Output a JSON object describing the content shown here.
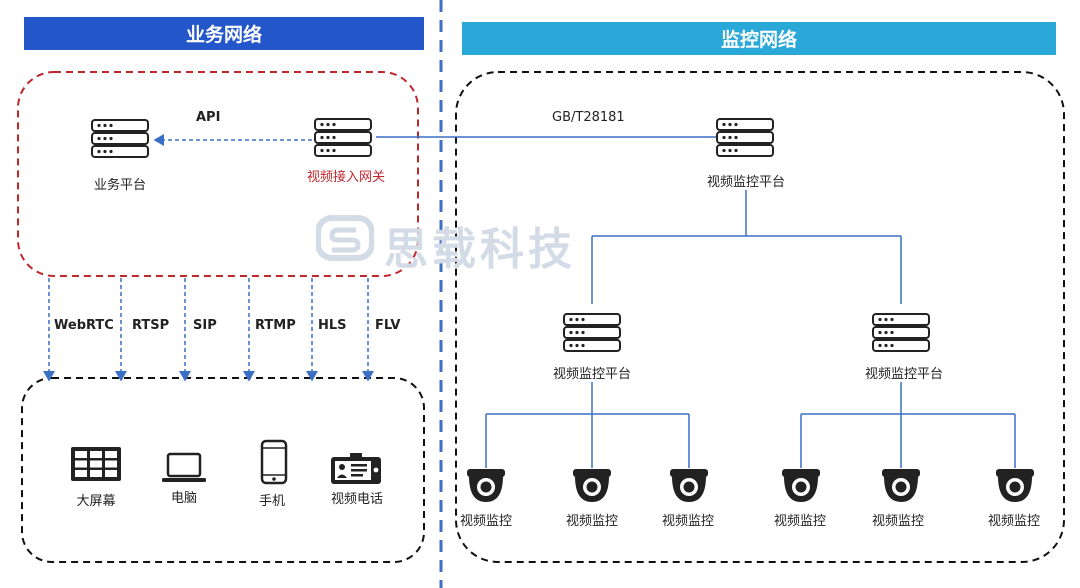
{
  "banners": {
    "business": "业务网络",
    "monitor": "监控网络"
  },
  "business_zone": {
    "platform_label": "业务平台",
    "gateway_label": "视频接入网关",
    "api_label": "API"
  },
  "protocols": [
    "WebRTC",
    "RTSP",
    "SIP",
    "RTMP",
    "HLS",
    "FLV"
  ],
  "terminals": [
    "大屏幕",
    "电脑",
    "手机",
    "视频电话"
  ],
  "monitor_zone": {
    "link_label": "GB/T28181",
    "top_platform": "视频监控平台",
    "left_platform": "视频监控平台",
    "right_platform": "视频监控平台",
    "cameras": [
      "视频监控",
      "视频监控",
      "视频监控",
      "视频监控",
      "视频监控",
      "视频监控"
    ]
  },
  "watermark": {
    "text": "思载科技"
  },
  "colors": {
    "business_banner": "#2356c9",
    "monitor_banner": "#2aa8d8",
    "business_border": "#c0272d",
    "dashed_divider": "#3a6fc4",
    "link_line": "#3a6fc4",
    "gateway_text": "#c0272d"
  },
  "icons": {
    "server": "server-icon",
    "camera": "dome-camera-icon",
    "video_wall": "video-wall-icon",
    "laptop": "laptop-icon",
    "phone": "phone-icon",
    "video_phone": "video-phone-icon"
  }
}
